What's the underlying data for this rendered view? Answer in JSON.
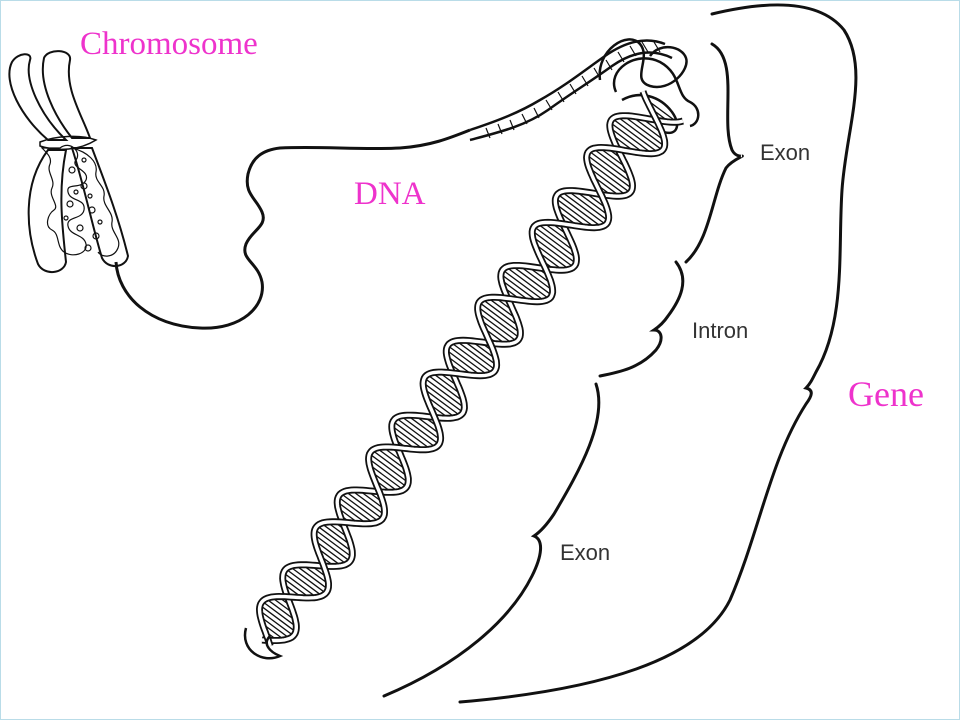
{
  "labels": {
    "chromosome": "Chromosome",
    "dna": "DNA",
    "gene": "Gene",
    "exon_top": "Exon",
    "intron": "Intron",
    "exon_bottom": "Exon"
  },
  "colors": {
    "accent_label": "#ee33cc",
    "line": "#111111",
    "annotation_text": "#333333",
    "background": "#ffffff"
  }
}
